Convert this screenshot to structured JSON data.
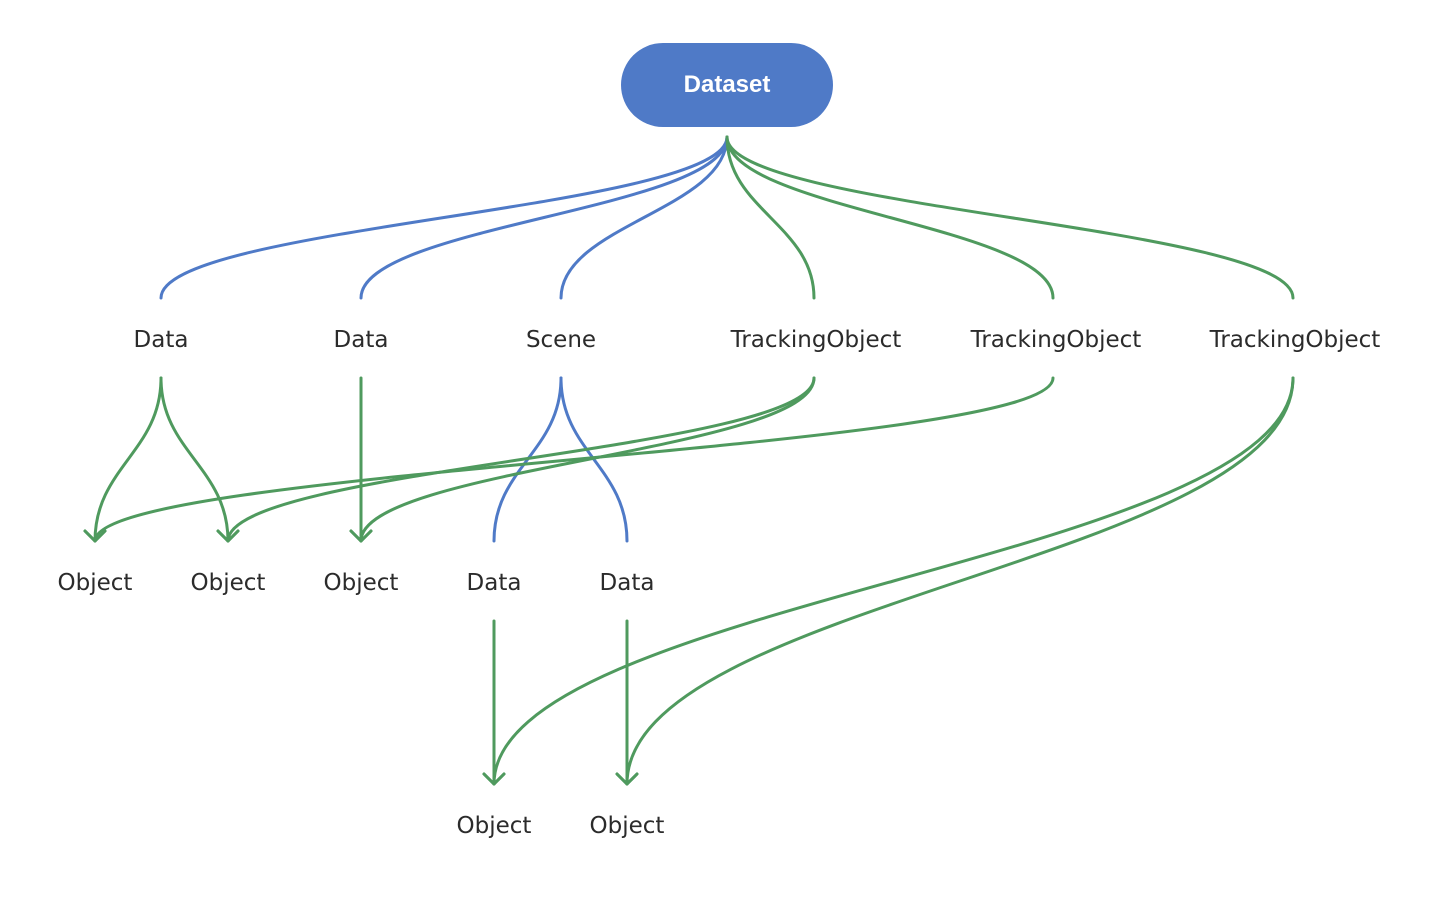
{
  "colors": {
    "blue_edge": "#4f7ac7",
    "green_edge": "#4f9a5e",
    "root_fill": "#4f7ac7",
    "root_text": "#ffffff",
    "label_text": "#2b2b2b"
  },
  "root": {
    "label": "Dataset"
  },
  "level1": [
    {
      "label": "Data"
    },
    {
      "label": "Data"
    },
    {
      "label": "Scene"
    },
    {
      "label": "TrackingObject"
    },
    {
      "label": "TrackingObject"
    },
    {
      "label": "TrackingObject"
    }
  ],
  "level2": [
    {
      "label": "Object"
    },
    {
      "label": "Object"
    },
    {
      "label": "Object"
    },
    {
      "label": "Data"
    },
    {
      "label": "Data"
    }
  ],
  "level3": [
    {
      "label": "Object"
    },
    {
      "label": "Object"
    }
  ],
  "edges": [
    {
      "from": "root",
      "to": "level1.0",
      "color": "blue_edge",
      "arrow": false
    },
    {
      "from": "root",
      "to": "level1.1",
      "color": "blue_edge",
      "arrow": false
    },
    {
      "from": "root",
      "to": "level1.2",
      "color": "blue_edge",
      "arrow": false
    },
    {
      "from": "root",
      "to": "level1.3",
      "color": "green_edge",
      "arrow": false
    },
    {
      "from": "root",
      "to": "level1.4",
      "color": "green_edge",
      "arrow": false
    },
    {
      "from": "root",
      "to": "level1.5",
      "color": "green_edge",
      "arrow": false
    },
    {
      "from": "level1.0",
      "to": "level2.0",
      "color": "green_edge",
      "arrow": true
    },
    {
      "from": "level1.0",
      "to": "level2.1",
      "color": "green_edge",
      "arrow": true
    },
    {
      "from": "level1.1",
      "to": "level2.2",
      "color": "green_edge",
      "arrow": true
    },
    {
      "from": "level1.2",
      "to": "level2.3",
      "color": "blue_edge",
      "arrow": false
    },
    {
      "from": "level1.2",
      "to": "level2.4",
      "color": "blue_edge",
      "arrow": false
    },
    {
      "from": "level1.3",
      "to": "level2.1",
      "color": "green_edge",
      "arrow": true
    },
    {
      "from": "level1.3",
      "to": "level2.2",
      "color": "green_edge",
      "arrow": true
    },
    {
      "from": "level1.4",
      "to": "level2.0",
      "color": "green_edge",
      "arrow": true
    },
    {
      "from": "level2.3",
      "to": "level3.0",
      "color": "green_edge",
      "arrow": true
    },
    {
      "from": "level2.4",
      "to": "level3.1",
      "color": "green_edge",
      "arrow": true
    },
    {
      "from": "level1.5",
      "to": "level3.0",
      "color": "green_edge",
      "arrow": true
    },
    {
      "from": "level1.5",
      "to": "level3.1",
      "color": "green_edge",
      "arrow": true
    }
  ]
}
